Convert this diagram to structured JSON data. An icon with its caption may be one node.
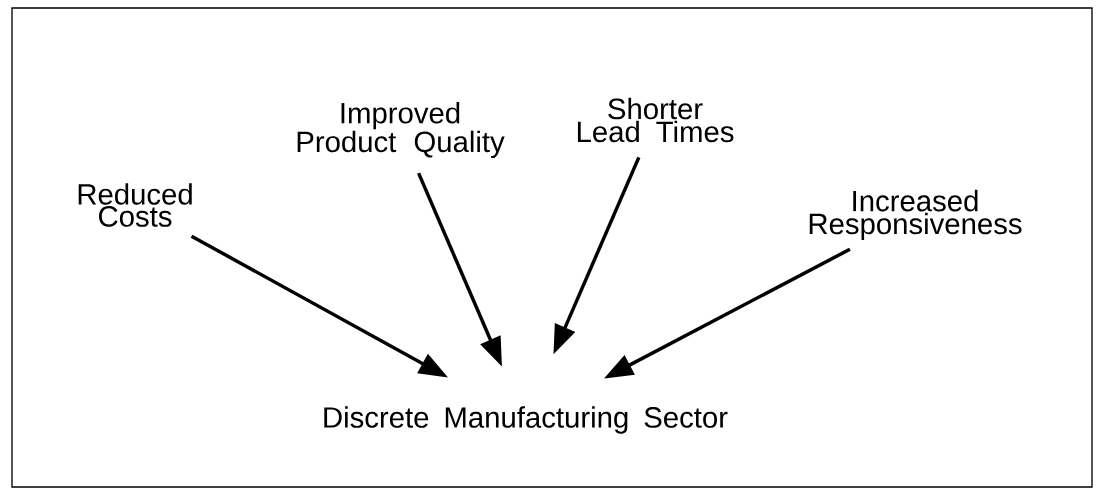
{
  "diagram": {
    "nodes": [
      {
        "text": [
          "Reduced Costs"
        ]
      },
      {
        "text": [
          "Improved Product Quality"
        ]
      },
      {
        "text": [
          "Shorter Lead Times"
        ]
      },
      {
        "text": [
          "Increased Responsiveness"
        ]
      },
      {
        "text": [
          "Discrete Manufacturing Sector"
        ]
      }
    ],
    "edges": [
      {
        "from": 0,
        "to": 4,
        "arrow": "to"
      },
      {
        "from": 1,
        "to": 4,
        "arrow": "to"
      },
      {
        "from": 2,
        "to": 4,
        "arrow": "to"
      },
      {
        "from": 3,
        "to": 4,
        "arrow": "to"
      }
    ]
  }
}
